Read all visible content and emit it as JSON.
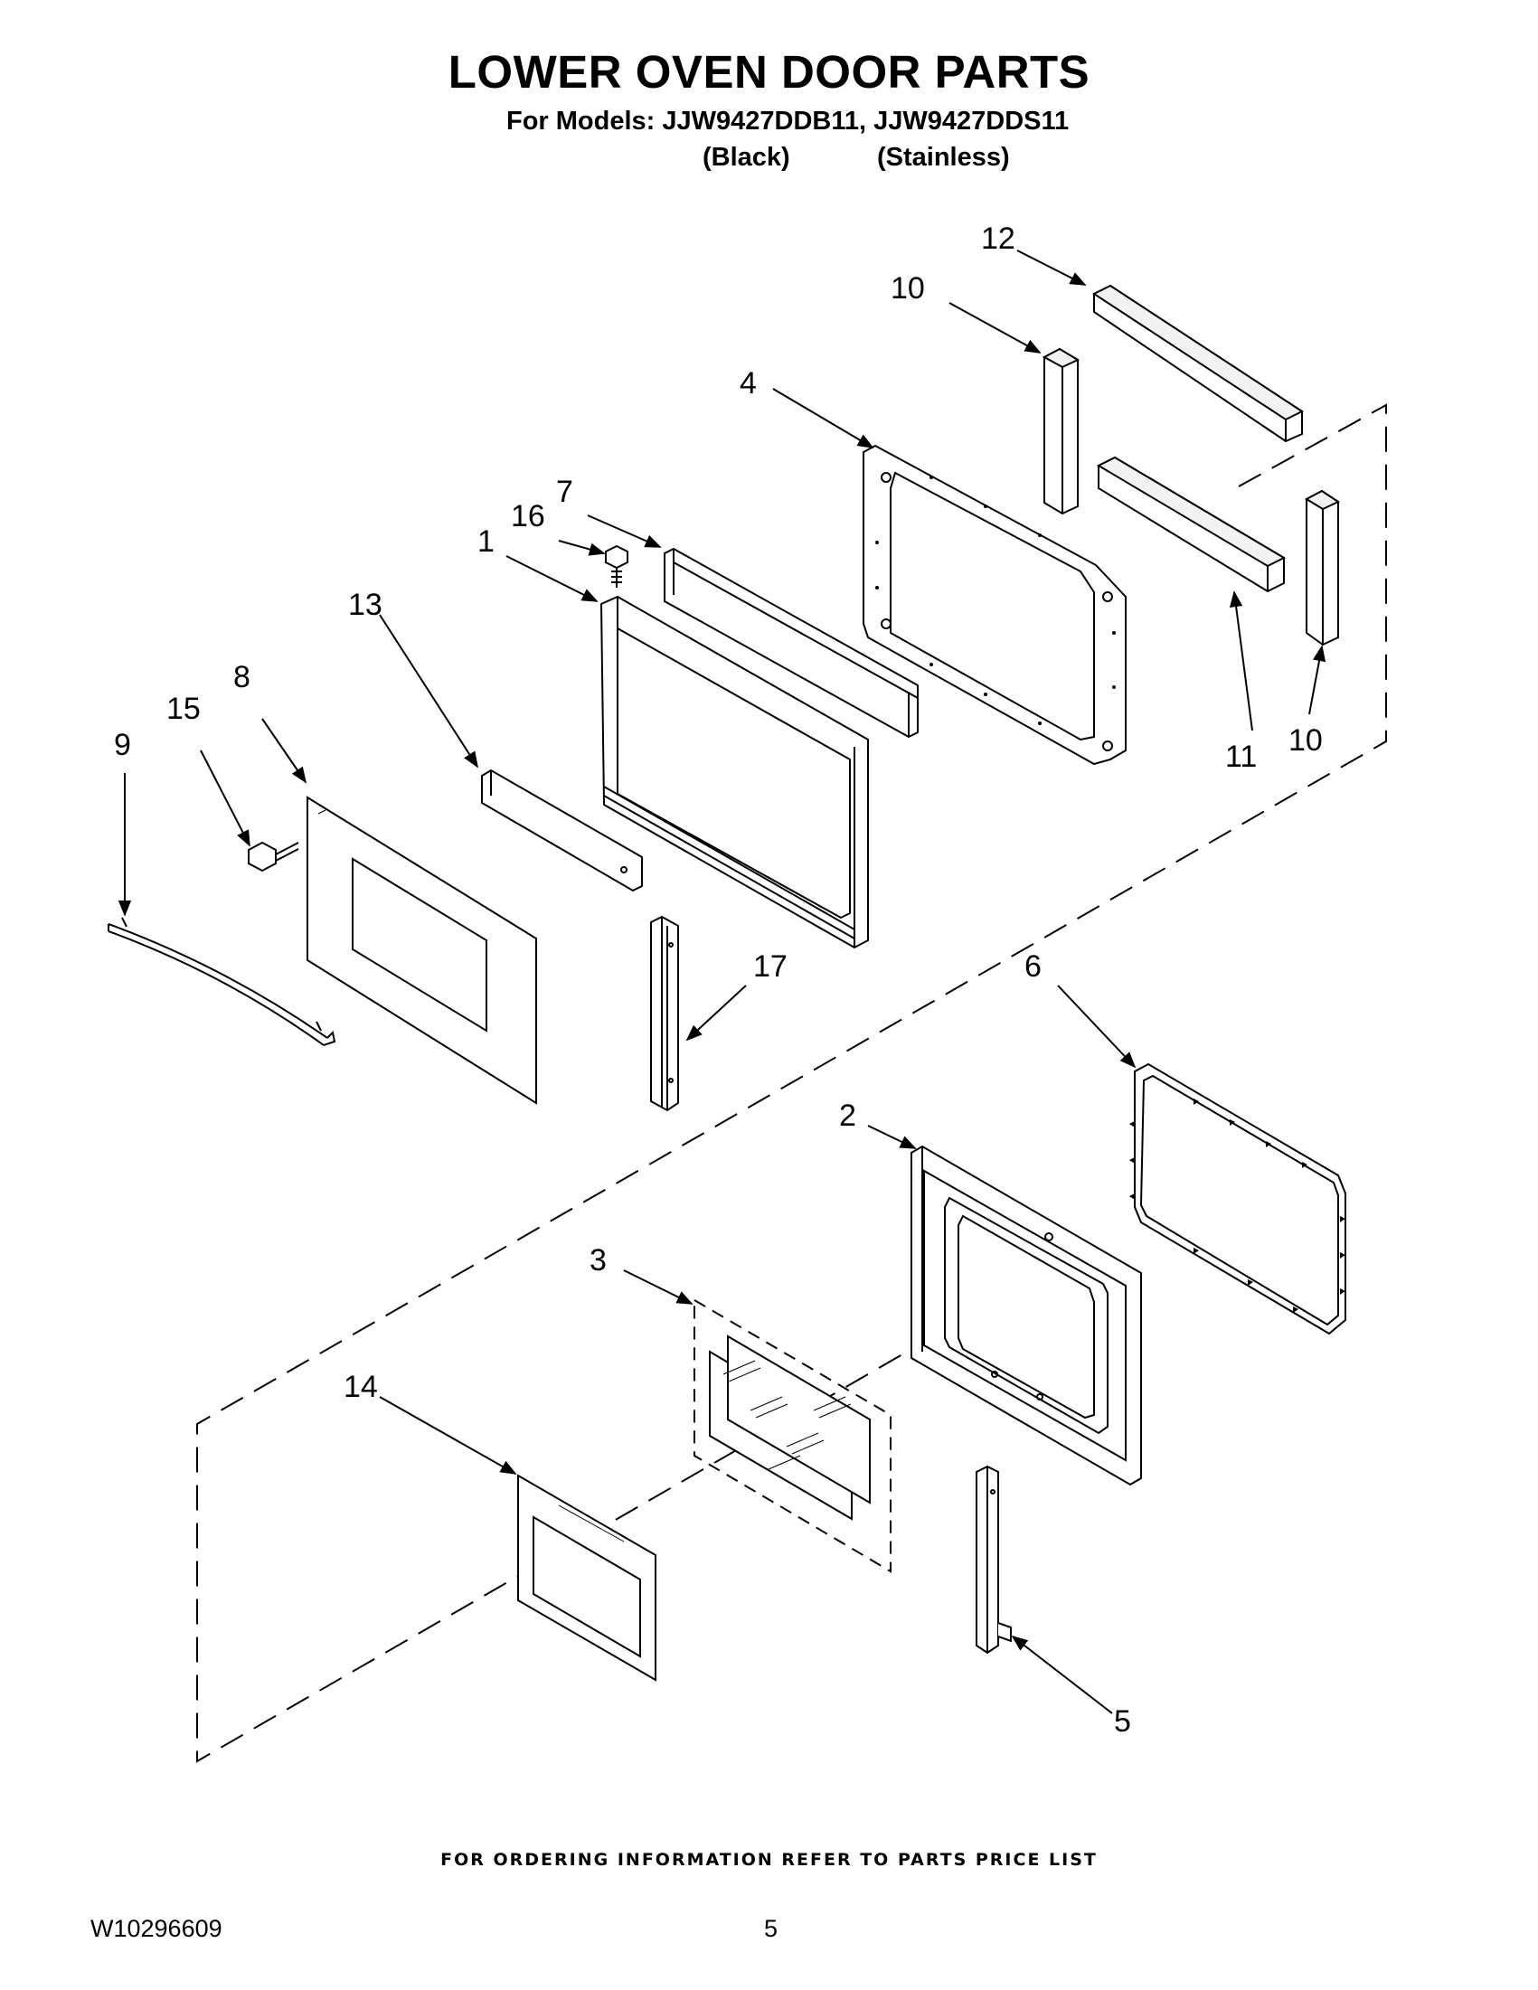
{
  "header": {
    "title": "LOWER OVEN DOOR PARTS",
    "models_line": "For Models: JJW9427DDB11, JJW9427DDS11",
    "variants": [
      "(Black)",
      "(Stainless)"
    ]
  },
  "callouts": {
    "part_1": "1",
    "part_2": "2",
    "part_3": "3",
    "part_4": "4",
    "part_5": "5",
    "part_6": "6",
    "part_7": "7",
    "part_8": "8",
    "part_9": "9",
    "part_10a": "10",
    "part_10b": "10",
    "part_11": "11",
    "part_12": "12",
    "part_13": "13",
    "part_14": "14",
    "part_15": "15",
    "part_16": "16",
    "part_17": "17"
  },
  "footer": {
    "note": "FOR ORDERING INFORMATION REFER TO PARTS PRICE LIST",
    "doc_number": "W10296609",
    "page_number": "5"
  }
}
